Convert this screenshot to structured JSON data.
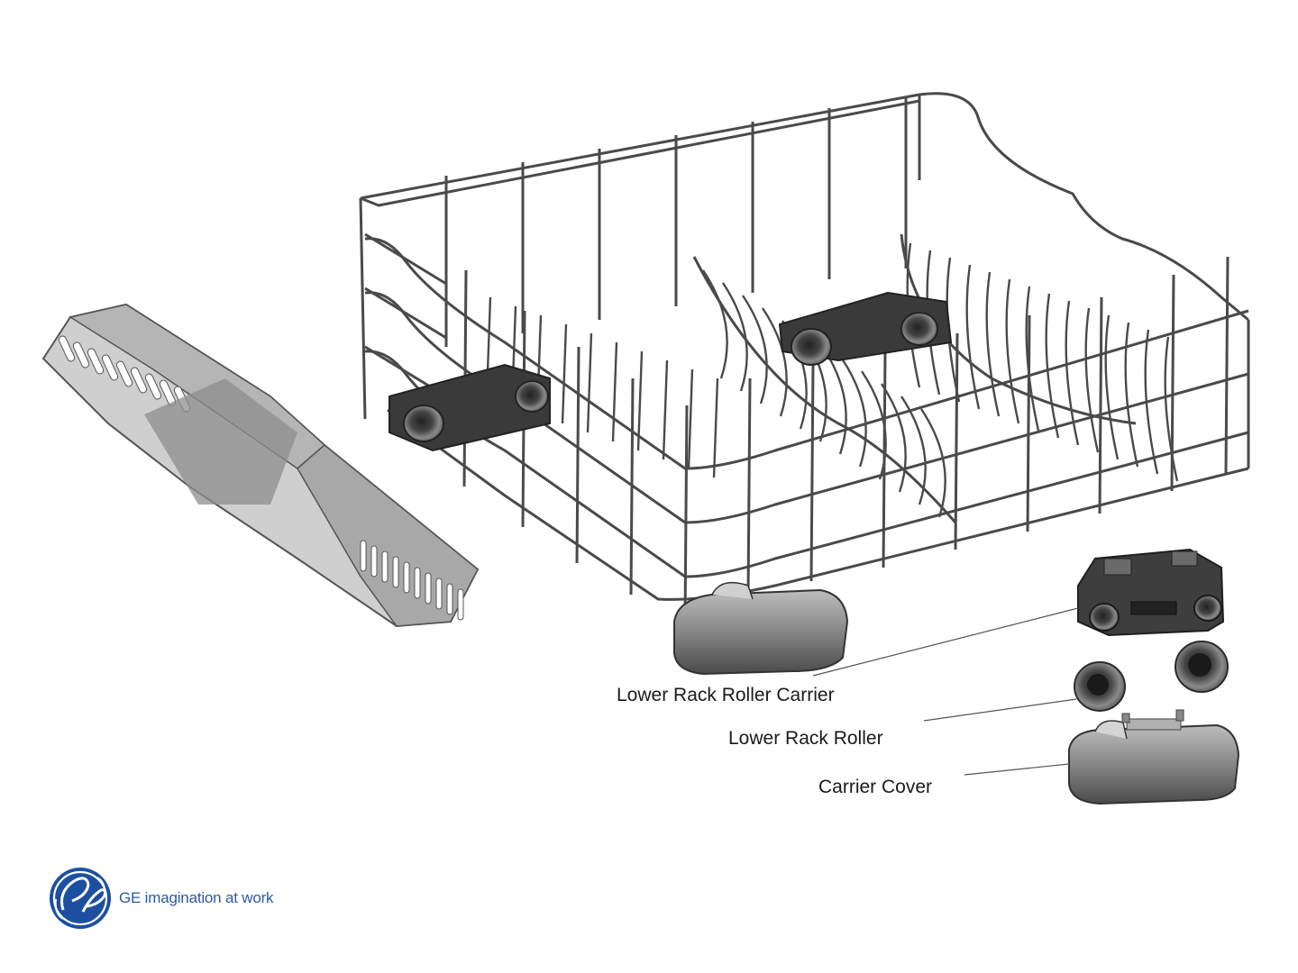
{
  "diagram": {
    "callouts": [
      {
        "label": "Lower Rack Roller Carrier"
      },
      {
        "label": "Lower Rack Roller"
      },
      {
        "label": "Carrier Cover"
      }
    ]
  },
  "branding": {
    "logo_text": "GE",
    "tagline": "GE imagination at work",
    "brand_color": "#1d4fa0"
  },
  "colors": {
    "wire": "#4a4a4a",
    "part_dark": "#3c3c3c",
    "part_light": "#8a8a8a",
    "basket": "#9a9a9a",
    "leader": "#555555"
  }
}
